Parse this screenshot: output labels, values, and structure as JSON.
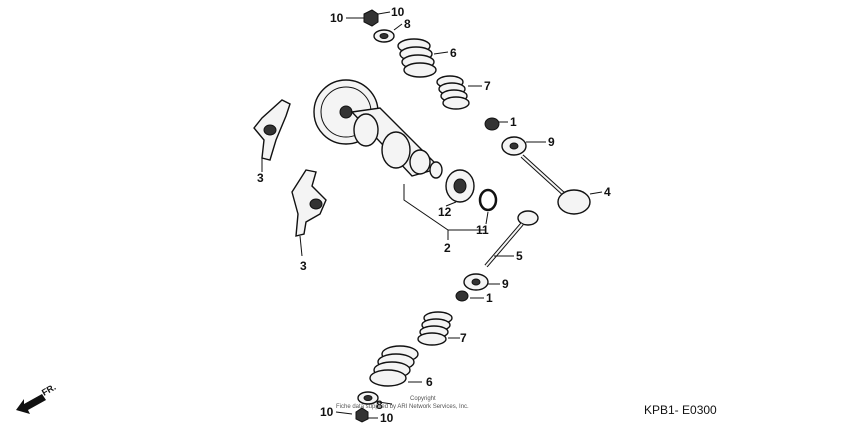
{
  "diagram": {
    "part_labels": {
      "p10_top_left": "10",
      "p10_top_right": "10",
      "p8_top": "8",
      "p6_top": "6",
      "p7_top": "7",
      "p1_top": "1",
      "p9_top": "9",
      "p4": "4",
      "p3_upper": "3",
      "p3_lower": "3",
      "p12": "12",
      "p11": "11",
      "p2": "2",
      "p5": "5",
      "p9_bottom": "9",
      "p1_bottom": "1",
      "p7_bottom": "7",
      "p6_bottom": "6",
      "p8_bottom": "8",
      "p10_bottom_left": "10",
      "p10_bottom_right": "10"
    },
    "direction_label": "FR.",
    "copyright_line1": "Copyright",
    "copyright_line2": "Fiche data supplied by ARI Network Services, Inc.",
    "figure_code": "KPB1- E0300"
  }
}
